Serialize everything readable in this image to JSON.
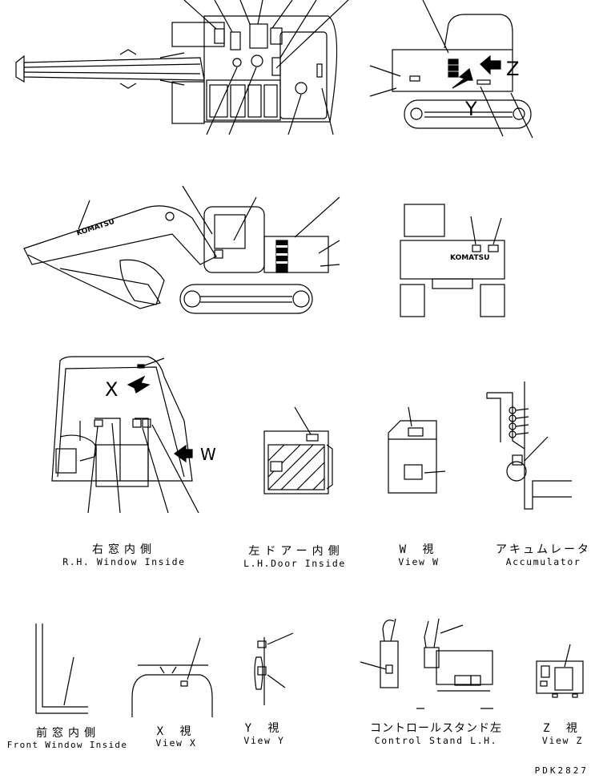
{
  "captions": {
    "rh_window_jp": "右窓内側",
    "rh_window_en": "R.H. Window Inside",
    "lh_door_jp": "左ドアー内側",
    "lh_door_en": "L.H.Door Inside",
    "view_w_jp": "W 視",
    "view_w_en": "View W",
    "accumulator_jp": "アキュムレータ",
    "accumulator_en": "Accumulator",
    "front_window_jp": "前窓内側",
    "front_window_en": "Front Window Inside",
    "view_x_jp": "X 視",
    "view_x_en": "View X",
    "view_y_jp": "Y 視",
    "view_y_en": "View Y",
    "control_stand_jp": "コントロールスタンド左",
    "control_stand_en": "Control Stand L.H.",
    "view_z_jp": "Z 視",
    "view_z_en": "View Z"
  },
  "view_letters": {
    "z": "Z",
    "y": "Y",
    "x": "X",
    "w": "W"
  },
  "brand": "KOMATSU",
  "drawing_code": "PDK2827"
}
